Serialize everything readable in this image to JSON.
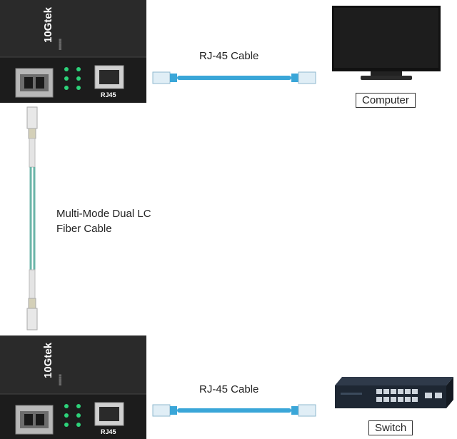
{
  "top_link": {
    "cable_label": "RJ-45 Cable",
    "device_label": "Computer"
  },
  "bottom_link": {
    "cable_label": "RJ-45 Cable",
    "device_label": "Switch"
  },
  "fiber": {
    "label_line1": "Multi-Mode Dual LC",
    "label_line2": "Fiber Cable"
  },
  "converter": {
    "brand": "10Gtek",
    "port_label": "RJ45"
  },
  "colors": {
    "rj45_cable": "#3aa6d8",
    "fiber_cable": "#6bb5a8",
    "converter_body": "#1f1f1f"
  }
}
